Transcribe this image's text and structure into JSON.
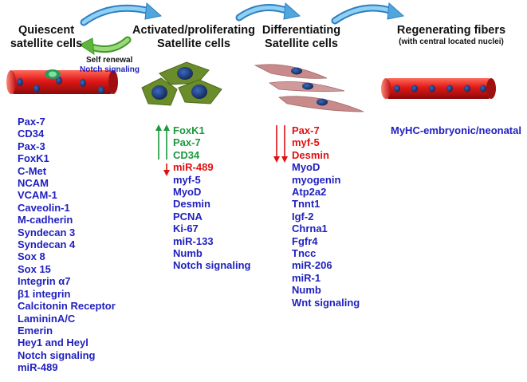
{
  "stages": {
    "quiescent": {
      "line1": "Quiescent",
      "line2": "satellite cells"
    },
    "activated": {
      "line1": "Activated/proliferating",
      "line2": "Satellite cells"
    },
    "differentiating": {
      "line1": "Differentiating",
      "line2": "Satellite cells"
    },
    "regenerating": {
      "line1": "Regenerating fibers",
      "line2": "(with central located nuclei)"
    }
  },
  "self_renewal": {
    "label": "Self renewal",
    "signal": "Notch signaling"
  },
  "quiescent_markers": [
    "Pax-7",
    "CD34",
    "Pax-3",
    "FoxK1",
    "C-Met",
    "NCAM",
    "VCAM-1",
    "Caveolin-1",
    "M-cadherin",
    "Syndecan 3",
    "Syndecan  4",
    "Sox 8",
    "Sox 15",
    "Integrin α7",
    "β1 integrin",
    "Calcitonin Receptor",
    "LamininA/C",
    "Emerin",
    "Hey1 and Heyl",
    "Notch signaling",
    "miR-489"
  ],
  "activated_markers": {
    "up": [
      "FoxK1",
      "Pax-7",
      "CD34"
    ],
    "down": [
      "miR-489"
    ],
    "other": [
      "myf-5",
      "MyoD",
      "Desmin",
      "PCNA",
      "Ki-67",
      "miR-133",
      "Numb",
      "Notch signaling"
    ]
  },
  "differentiating_markers": {
    "down": [
      "Pax-7",
      "myf-5",
      "Desmin"
    ],
    "other": [
      "MyoD",
      "myogenin",
      "Atp2a2",
      "Tnnt1",
      "Igf-2",
      "Chrna1",
      "Fgfr4",
      "Tncc",
      "miR-206",
      "miR-1",
      "Numb",
      "Wnt signaling"
    ]
  },
  "regenerating_markers": [
    "MyHC-embryonic/neonatal"
  ],
  "colors": {
    "blue_text": "#1f1fbf",
    "green_text": "#1a9a3c",
    "red_text": "#e01010",
    "arrow_fill": "#4fa6dc",
    "fiber_red": "#e01818",
    "nucleus": "#1a2a6a",
    "activated_cell": "#6b8c2a",
    "differentiating_cell": "#c88a8a"
  },
  "icons": [
    "curved-arrow-icon",
    "self-renewal-arrow-icon",
    "up-arrow-icon",
    "down-arrow-icon"
  ]
}
